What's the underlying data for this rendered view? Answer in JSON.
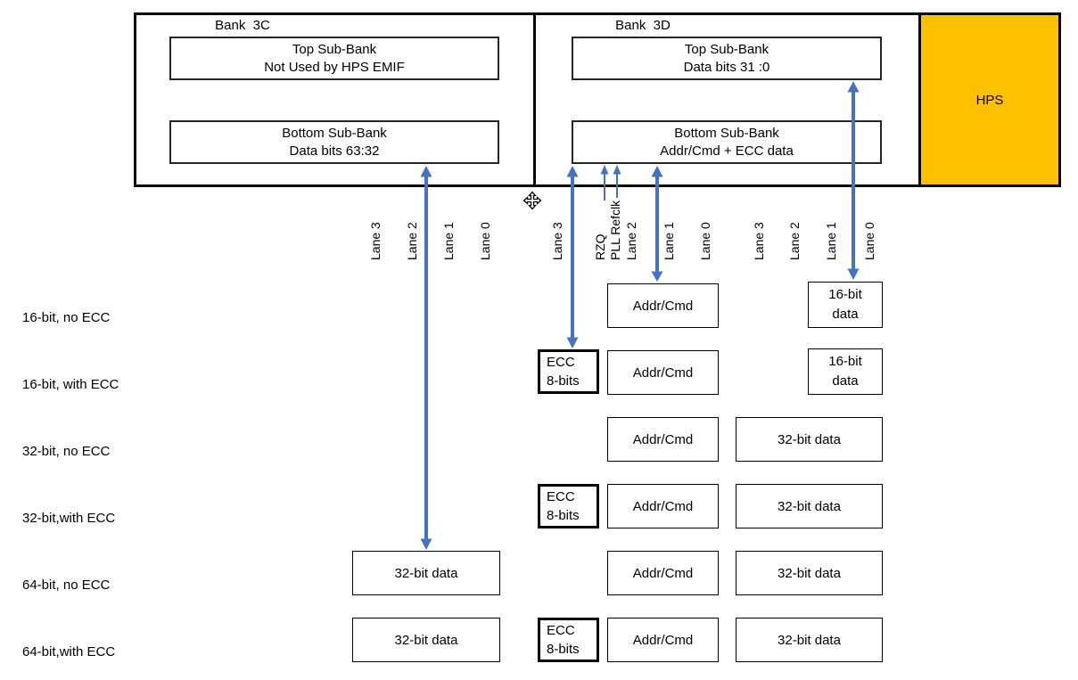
{
  "colors": {
    "arrow": "#4472C4",
    "hps_fill": "#FFC000"
  },
  "icons": {
    "cursor": "move-cursor"
  },
  "banks": {
    "bank_3c": {
      "title": "Bank  3C",
      "top": {
        "line1": "Top Sub-Bank",
        "line2": "Not Used by HPS EMIF"
      },
      "bottom": {
        "line1": "Bottom Sub-Bank",
        "line2": "Data bits 63:32"
      }
    },
    "bank_3d": {
      "title": "Bank  3D",
      "top": {
        "line1": "Top Sub-Bank",
        "line2": "Data bits 31 :0"
      },
      "bottom": {
        "line1": "Bottom Sub-Bank",
        "line2": "Addr/Cmd + ECC data"
      }
    },
    "hps": {
      "label": "HPS"
    }
  },
  "lanes": {
    "bank3c": [
      "Lane 3",
      "Lane 2",
      "Lane 1",
      "Lane 0"
    ],
    "bank3d_left": "Lane 3",
    "rzq": "RZQ",
    "pll": "PLL Refclk",
    "bank3d_mid": [
      "Lane 2",
      "Lane 1",
      "Lane 0"
    ],
    "bank3d_right": [
      "Lane 3",
      "Lane 2",
      "Lane 1",
      "Lane 0"
    ]
  },
  "rows": [
    {
      "label": "16-bit, no ECC",
      "addr": "Addr/Cmd",
      "data_line1": "16-bit",
      "data_line2": "data"
    },
    {
      "label": "16-bit, with ECC",
      "ecc_line1": "ECC",
      "ecc_line2": "8-bits",
      "addr": "Addr/Cmd",
      "data_line1": "16-bit",
      "data_line2": "data"
    },
    {
      "label": "32-bit, no ECC",
      "addr": "Addr/Cmd",
      "data": "32-bit data"
    },
    {
      "label": "32-bit,with ECC",
      "ecc_line1": "ECC",
      "ecc_line2": "8-bits",
      "addr": "Addr/Cmd",
      "data": "32-bit data"
    },
    {
      "label": "64-bit, no ECC",
      "left_data": "32-bit data",
      "addr": "Addr/Cmd",
      "data": "32-bit data"
    },
    {
      "label": "64-bit,with ECC",
      "left_data": "32-bit data",
      "ecc_line1": "ECC",
      "ecc_line2": "8-bits",
      "addr": "Addr/Cmd",
      "data": "32-bit data"
    }
  ]
}
